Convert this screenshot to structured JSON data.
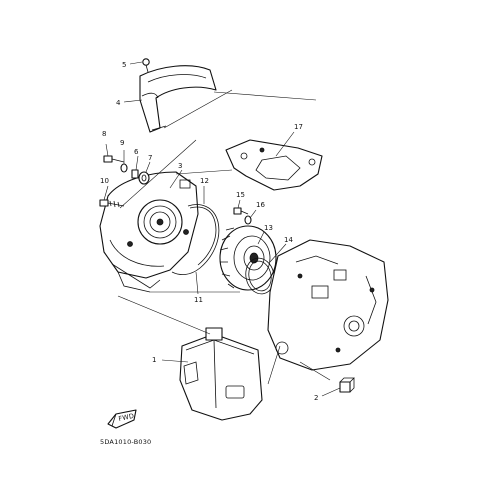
{
  "callouts": {
    "p1": "1",
    "p2": "2",
    "p3": "3",
    "p4": "4",
    "p5": "5",
    "p6": "6",
    "p7": "7",
    "p8": "8",
    "p9": "9",
    "p10": "10",
    "p11": "11",
    "p12": "12",
    "p13": "13",
    "p14": "14",
    "p15": "15",
    "p16": "16",
    "p17": "17"
  },
  "footer": {
    "diagram_code": "5DA1010-B030",
    "arrow_label": "FWD"
  }
}
